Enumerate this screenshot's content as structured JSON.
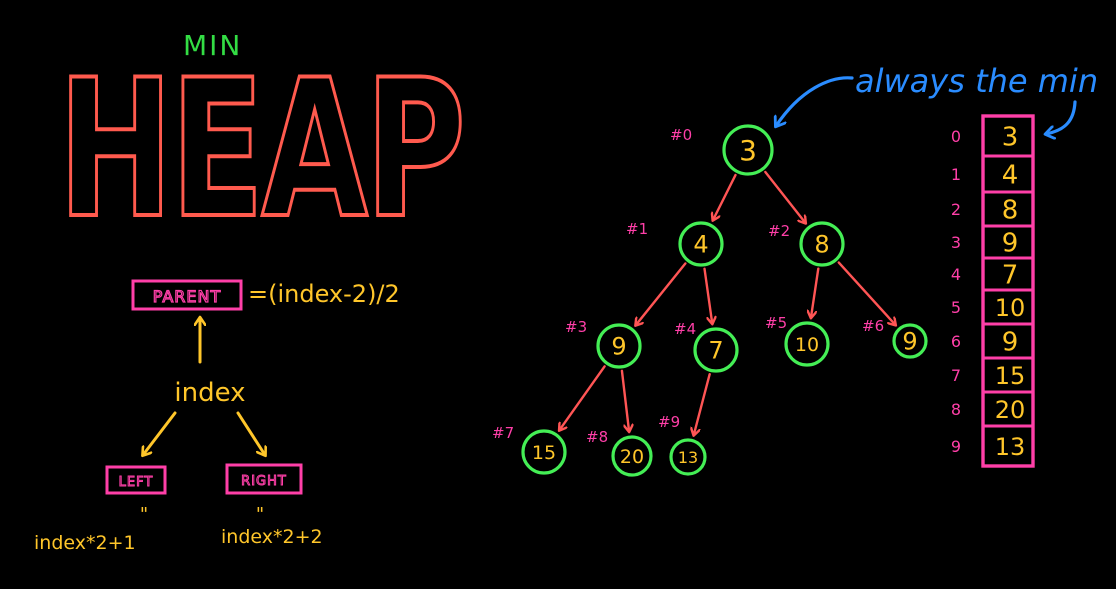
{
  "colors": {
    "background": "#000000",
    "title_red": "#ff5a4e",
    "title_green": "#33dd44",
    "formula_yellow": "#ffc62a",
    "box_pink": "#ff3fa8",
    "node_green": "#44ee55",
    "edge_red": "#ff5555",
    "annotation_blue": "#2a8cff"
  },
  "title": {
    "small": "MIN",
    "big": "HEAP"
  },
  "formulas": {
    "parent_label": "PARENT",
    "parent_expr": "=(index-2)/2",
    "index_label": "index",
    "left_label": "LEFT",
    "right_label": "RIGHT",
    "equals_mark": "\"",
    "left_expr": "index*2+1",
    "right_expr": "index*2+2"
  },
  "annotation": "always the min",
  "tree": {
    "nodes": [
      {
        "tag": "#0",
        "value": "3"
      },
      {
        "tag": "#1",
        "value": "4"
      },
      {
        "tag": "#2",
        "value": "8"
      },
      {
        "tag": "#3",
        "value": "9"
      },
      {
        "tag": "#4",
        "value": "7"
      },
      {
        "tag": "#5",
        "value": "10"
      },
      {
        "tag": "#6",
        "value": "9"
      },
      {
        "tag": "#7",
        "value": "15"
      },
      {
        "tag": "#8",
        "value": "20"
      },
      {
        "tag": "#9",
        "value": "13"
      }
    ],
    "edges": [
      [
        0,
        1
      ],
      [
        0,
        2
      ],
      [
        1,
        3
      ],
      [
        1,
        4
      ],
      [
        2,
        5
      ],
      [
        2,
        6
      ],
      [
        3,
        7
      ],
      [
        3,
        8
      ],
      [
        4,
        9
      ]
    ]
  },
  "array": {
    "indices": [
      "0",
      "1",
      "2",
      "3",
      "4",
      "5",
      "6",
      "7",
      "8",
      "9"
    ],
    "values": [
      "3",
      "4",
      "8",
      "9",
      "7",
      "10",
      "9",
      "15",
      "20",
      "13"
    ]
  }
}
